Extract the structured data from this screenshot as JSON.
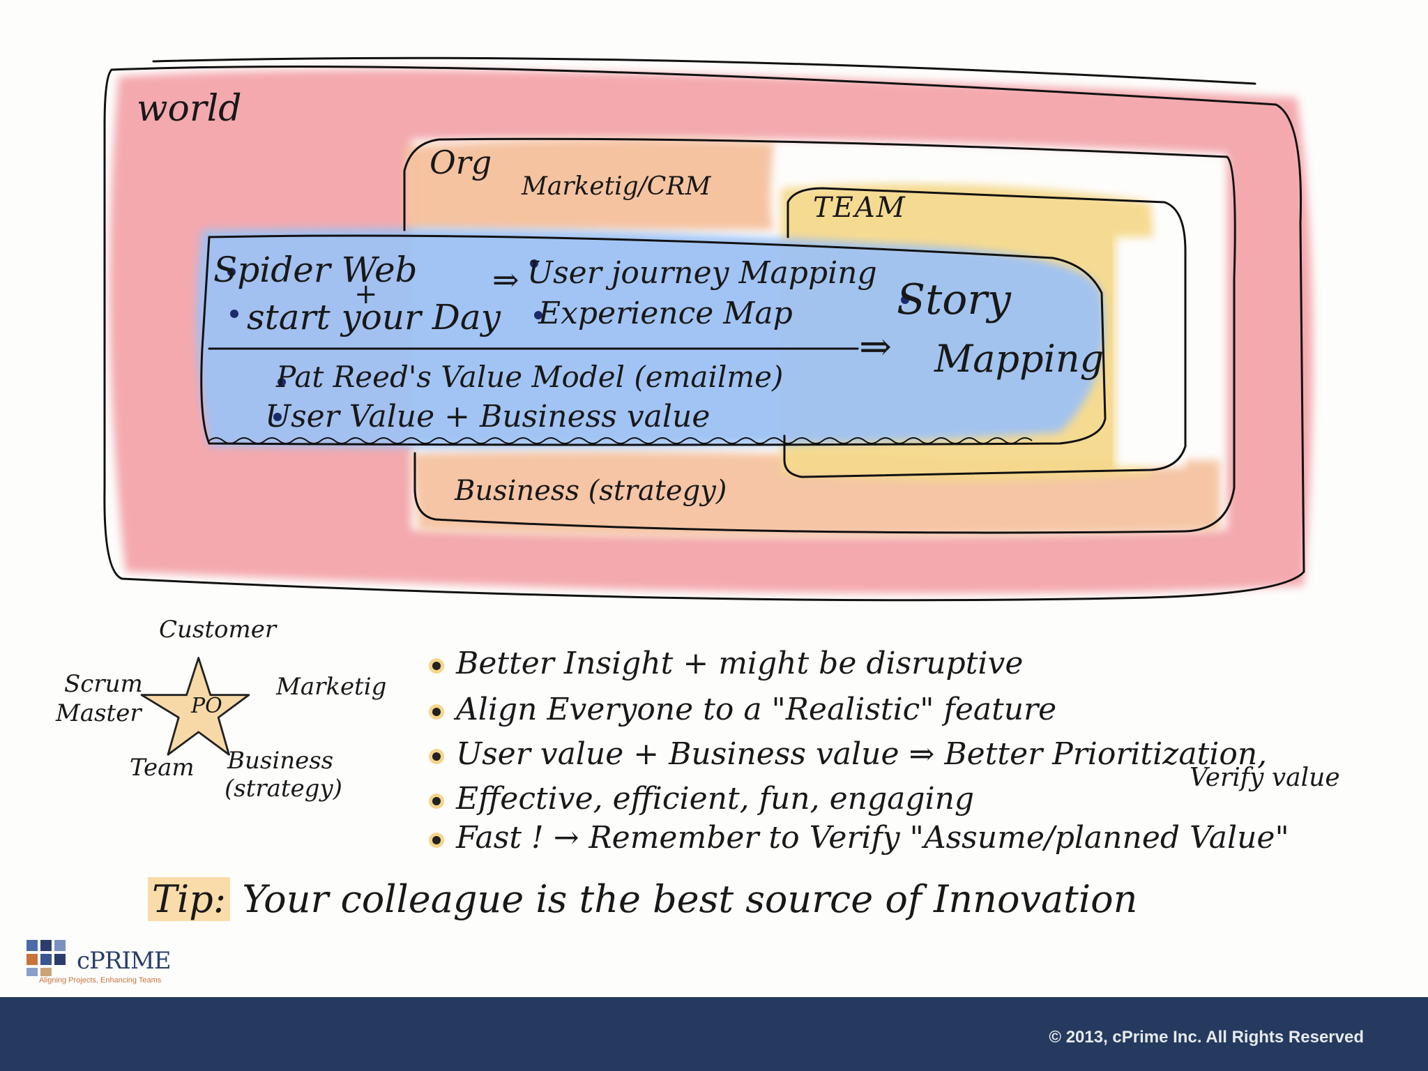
{
  "diagram": {
    "world_label": "world",
    "org_label": "Org",
    "marketing_label": "Marketig/CRM",
    "team_label": "TEAM",
    "business_label": "Business (strategy)",
    "core_lines": {
      "spider_web": "Spider Web",
      "plus": "+",
      "user_journey": "User journey Mapping",
      "start_your_day": "start your Day",
      "experience_map": "Experience Map",
      "arrow_small": "⇒",
      "value_model": "Pat Reed's Value Model (emailme)",
      "user_business_value": "User Value + Business value",
      "arrow_big": "⇒",
      "story": "Story",
      "mapping": "Mapping"
    },
    "colors": {
      "world": "#f3a0a6",
      "org": "#f5c09c",
      "team": "#f5d98c",
      "core": "#9ec2f4"
    }
  },
  "roles": {
    "center": "PO",
    "customer": "Customer",
    "scrum": "Scrum",
    "master": "Master",
    "marketing": "Marketig",
    "team": "Team",
    "business": "Business",
    "strategy": "(strategy)"
  },
  "benefits": [
    "Better Insight + might be disruptive",
    "Align Everyone to a \"Realistic\" feature",
    "User value + Business value ⇒ Better Prioritization,",
    "Effective, efficient, fun, engaging",
    "Fast ! → Remember to Verify \"Assume/planned Value\""
  ],
  "benefit_continuation": "Verify value",
  "tip": {
    "key": "Tip:",
    "text": " Your colleague is the best source of Innovation"
  },
  "logo": {
    "name": "cPRIME",
    "tagline": "Aligning Projects, Enhancing Teams"
  },
  "footer": {
    "copyright": "© 2013, cPrime Inc. All Rights Reserved"
  }
}
